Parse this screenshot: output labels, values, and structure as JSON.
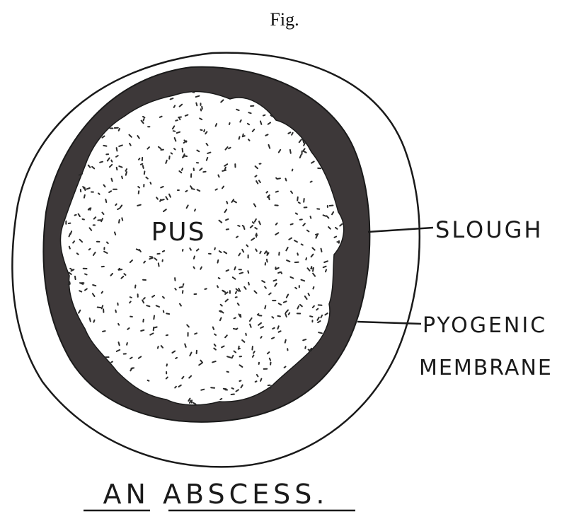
{
  "figure": {
    "caption": "Fig.",
    "title": "AN ABSCESS.",
    "labels": {
      "center": "PUS",
      "outer_top": "SLOUGH",
      "outer_bottom_line1": "PYOGENIC",
      "outer_bottom_line2": "MEMBRANE"
    }
  },
  "colors": {
    "ink": "#1a1a1a",
    "slough_fill": "#3d3839",
    "background": "#ffffff"
  }
}
